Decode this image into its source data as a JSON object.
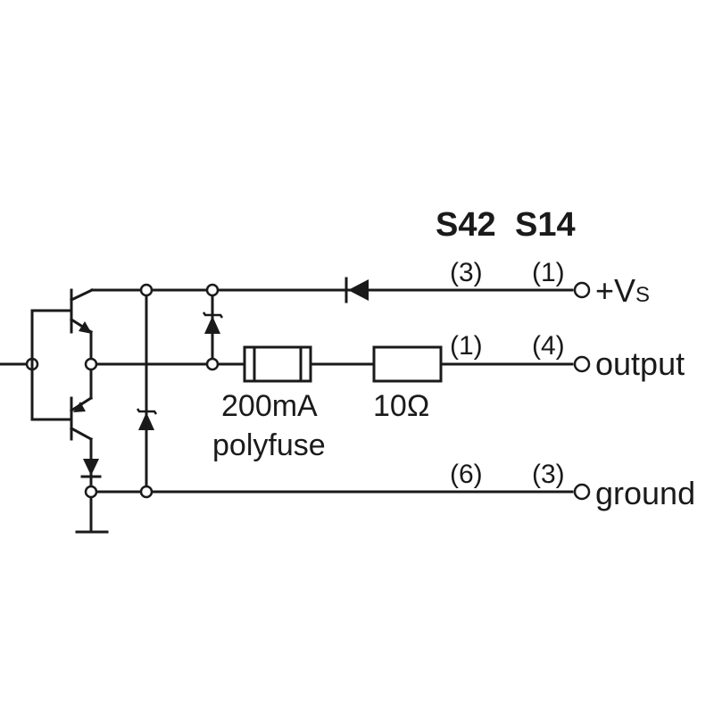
{
  "headers": {
    "col1": "S42",
    "col2": "S14"
  },
  "lines": {
    "vs": {
      "pin_s42": "(3)",
      "pin_s14": "(1)",
      "label": "+V",
      "label_sub": "S"
    },
    "output": {
      "pin_s42": "(1)",
      "pin_s14": "(4)",
      "label": "output"
    },
    "ground": {
      "pin_s42": "(6)",
      "pin_s14": "(3)",
      "label": "ground"
    }
  },
  "components": {
    "polyfuse": {
      "rating": "200mA",
      "name": "polyfuse"
    },
    "resistor": {
      "value": "10Ω"
    }
  }
}
